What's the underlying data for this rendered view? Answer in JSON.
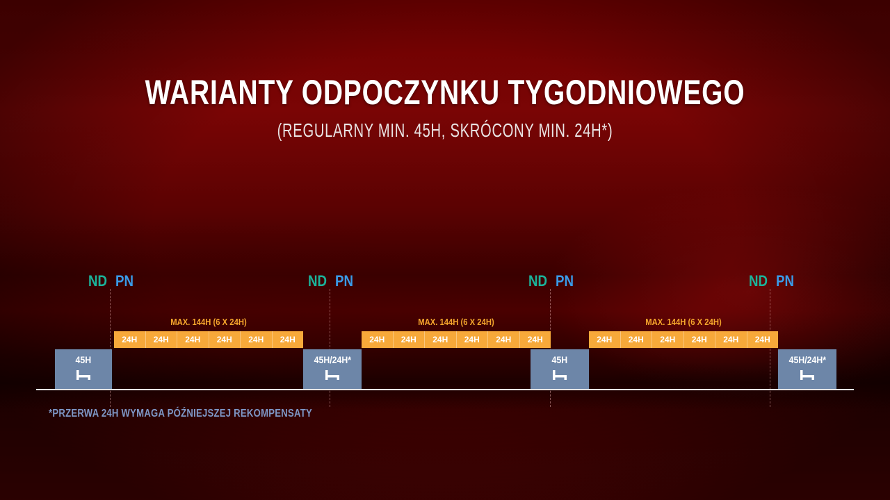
{
  "title": "WARIANTY ODPOCZYNKU TYGODNIOWEGO",
  "subtitle": "(REGULARNY MIN. 45H, SKRÓCONY MIN. 24H*)",
  "markers": [
    {
      "nd": "ND",
      "pn": "PN"
    },
    {
      "nd": "ND",
      "pn": "PN"
    },
    {
      "nd": "ND",
      "pn": "PN"
    },
    {
      "nd": "ND",
      "pn": "PN"
    }
  ],
  "work_periods": [
    {
      "label": "MAX. 144H (6 X 24H)",
      "cells": [
        "24H",
        "24H",
        "24H",
        "24H",
        "24H",
        "24H"
      ]
    },
    {
      "label": "MAX. 144H (6 X 24H)",
      "cells": [
        "24H",
        "24H",
        "24H",
        "24H",
        "24H",
        "24H"
      ]
    },
    {
      "label": "MAX. 144H (6 X 24H)",
      "cells": [
        "24H",
        "24H",
        "24H",
        "24H",
        "24H",
        "24H"
      ]
    }
  ],
  "rest_blocks": [
    {
      "label": "45H",
      "icon": "bed-icon"
    },
    {
      "label": "45H/24H*",
      "icon": "bed-icon"
    },
    {
      "label": "45H",
      "icon": "bed-icon"
    },
    {
      "label": "45H/24H*",
      "icon": "bed-icon"
    }
  ],
  "footnote": "*PRZERWA 24H WYMAGA PÓŹNIEJSZEJ REKOMPENSATY",
  "colors": {
    "nd": "#1bb39a",
    "pn": "#3a9be8",
    "work": "#f7a93a",
    "work_label": "#f4a52c",
    "rest": "#6d86a8",
    "footnote": "#7e97c6",
    "background": "#6e0000"
  }
}
